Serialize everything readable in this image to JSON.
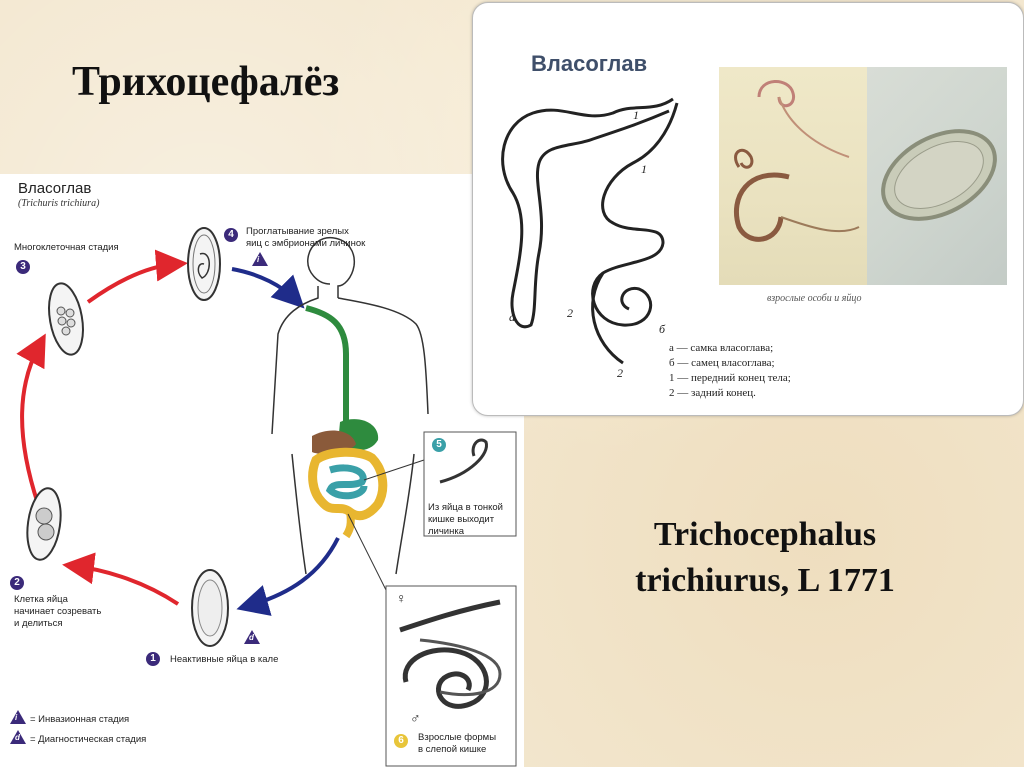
{
  "slide": {
    "title": "Трихоцефалёз",
    "species_line1": "Trichocephalus",
    "species_line2": "trichiurus, L 1771"
  },
  "lifecycle": {
    "title": "Власоглав",
    "subtitle": "(Trichuris trichiura)",
    "stages": {
      "s1": {
        "num": "1",
        "text": "Неактивные яйца в кале"
      },
      "s2": {
        "num": "2",
        "line1": "Клетка яйца",
        "line2": "начинает созревать",
        "line3": "и делиться"
      },
      "s3": {
        "num": "3",
        "text": "Многоклеточная стадия"
      },
      "s4": {
        "num": "4",
        "line1": "Проглатывание зрелых",
        "line2": "яиц с эмбрионами личинок"
      },
      "s5": {
        "num": "5",
        "line1": "Из яйца в тонкой",
        "line2": "кишке выходит",
        "line3": "личинка"
      },
      "s6": {
        "num": "6",
        "line1": "Взрослые формы",
        "line2": "в слепой кишке"
      }
    },
    "marker_i": "i",
    "marker_d": "d",
    "male_symbol": "♂",
    "female_symbol": "♀",
    "legend_i": "= Инвазионная стадия",
    "legend_d": "= Диагностическая стадия",
    "colors": {
      "red_arrow": "#e0262d",
      "blue_arrow": "#1f2c8a",
      "digestive": "#2e8b3e",
      "intestine": "#e8b630"
    }
  },
  "worm_panel": {
    "title": "Власоглав",
    "labels": {
      "one_top": "1",
      "one_mid": "1",
      "two_mid": "2",
      "two_bottom": "2",
      "a": "а",
      "b": "б"
    },
    "caption": "взрослые особи и яйцо",
    "legend": [
      "а — самка власоглава;",
      "б — самец власоглава;",
      "1 — передний конец тела;",
      "2 — задний конец."
    ]
  }
}
